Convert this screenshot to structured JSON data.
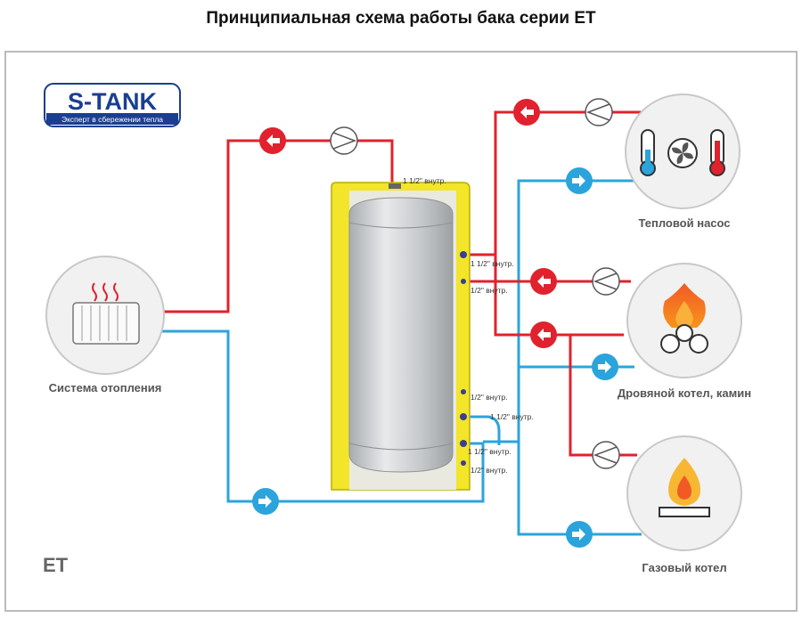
{
  "title": "Принципиальная схема работы бака серии ЕТ",
  "logo": {
    "brand": "S-TANK",
    "tagline": "Эксперт в сбережении тепла"
  },
  "model": "ЕТ",
  "sources": {
    "heating": "Система отопления",
    "heat_pump": "Тепловой насос",
    "wood_boiler": "Дровяной котел, камин",
    "gas_boiler": "Газовый котел"
  },
  "ports": {
    "top": "1 1/2\" внутр.",
    "r1": "1 1/2\" внутр.",
    "r2": "1/2\" внутр.",
    "r3": "1/2\" внутр.",
    "r4": "1 1/2\" внутр.",
    "r5": "1 1/2\" внутр.",
    "r6": "1/2\" внутр."
  },
  "colors": {
    "hot": "#e0222e",
    "cold": "#2ba4dc",
    "insulation": "#f2e52a",
    "tank": "#c9ccce"
  }
}
